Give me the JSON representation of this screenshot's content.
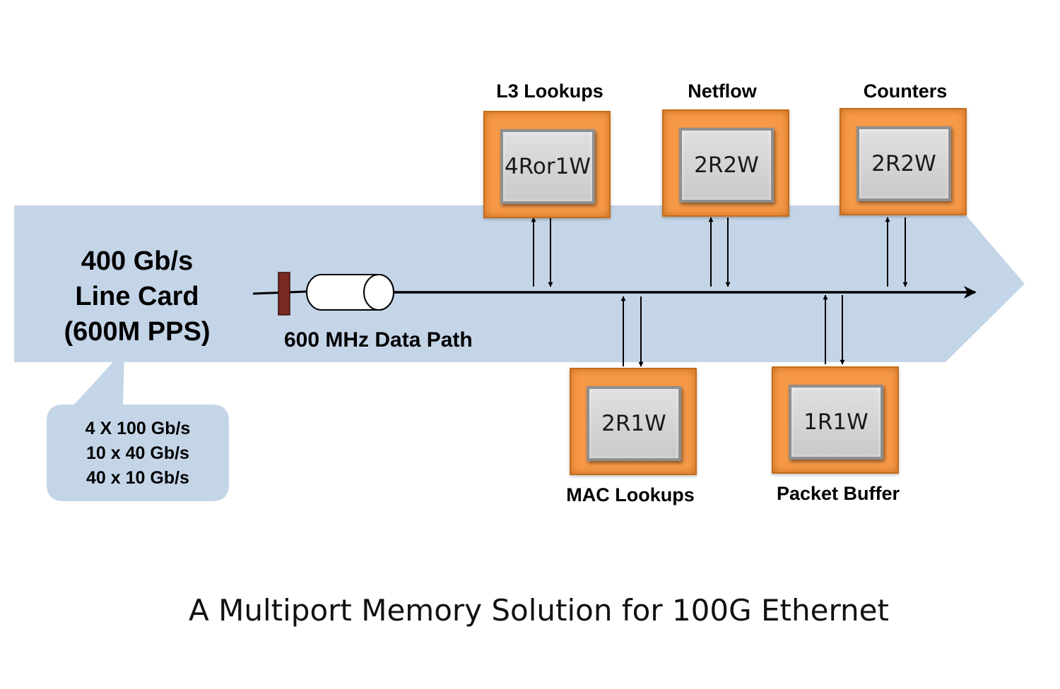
{
  "line_card": {
    "line1": "400 Gb/s",
    "line2": "Line Card",
    "line3": "(600M PPS)"
  },
  "callout": {
    "line1": "4 X 100 Gb/s",
    "line2": "10 x 40 Gb/s",
    "line3": "40 x 10 Gb/s"
  },
  "data_path_label": "600 MHz Data Path",
  "memories": {
    "l3": {
      "title": "L3 Lookups",
      "config": "4Ror1W"
    },
    "netflow": {
      "title": "Netflow",
      "config": "2R2W"
    },
    "counters": {
      "title": "Counters",
      "config": "2R2W"
    },
    "mac": {
      "title": "MAC Lookups",
      "config": "2R1W"
    },
    "buffer": {
      "title": "Packet Buffer",
      "config": "1R1W"
    }
  },
  "caption": "A Multiport Memory Solution for 100G Ethernet",
  "colors": {
    "band": "#c5d5e8",
    "memory_outer": "#f79a48",
    "memory_inner": "#d4d4d4",
    "connector": "#7a2a22"
  }
}
